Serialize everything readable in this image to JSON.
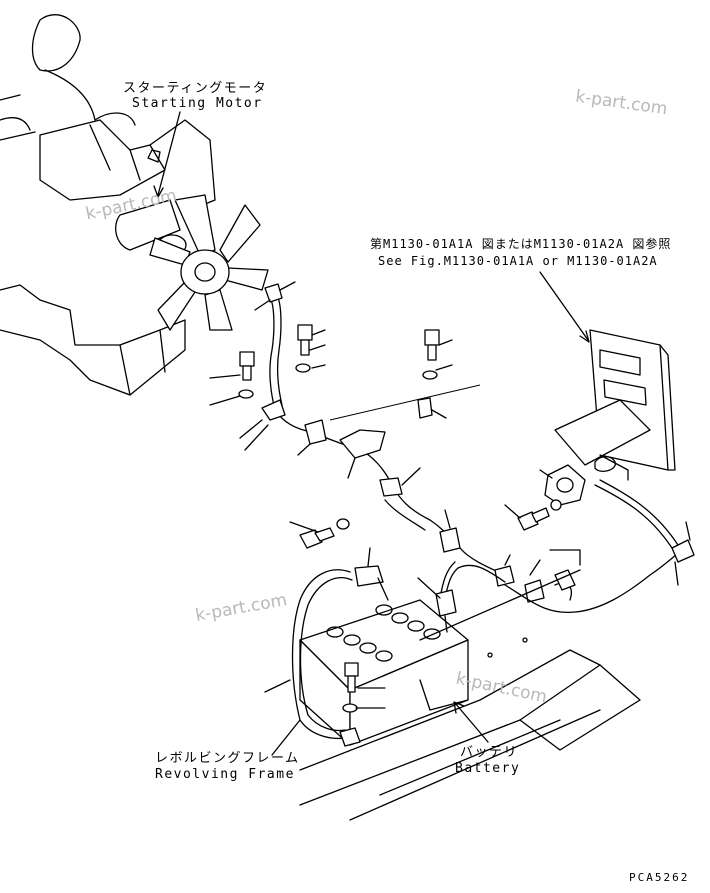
{
  "labels": {
    "starting_motor_jp": "スターティングモータ",
    "starting_motor_en": "Starting Motor",
    "ref_jp": "第M1130-01A1A 図またはM1130-01A2A 図参照",
    "ref_en": "See Fig.M1130-01A1A or M1130-01A2A",
    "battery_jp": "バッテリ",
    "battery_en": "Battery",
    "frame_jp": "レボルビングフレーム",
    "frame_en": "Revolving Frame",
    "drawing_code": "PCA5262"
  },
  "watermark": "k-part.com",
  "colors": {
    "line": "#000000",
    "watermark": "#b8b8b8",
    "background": "#ffffff"
  }
}
